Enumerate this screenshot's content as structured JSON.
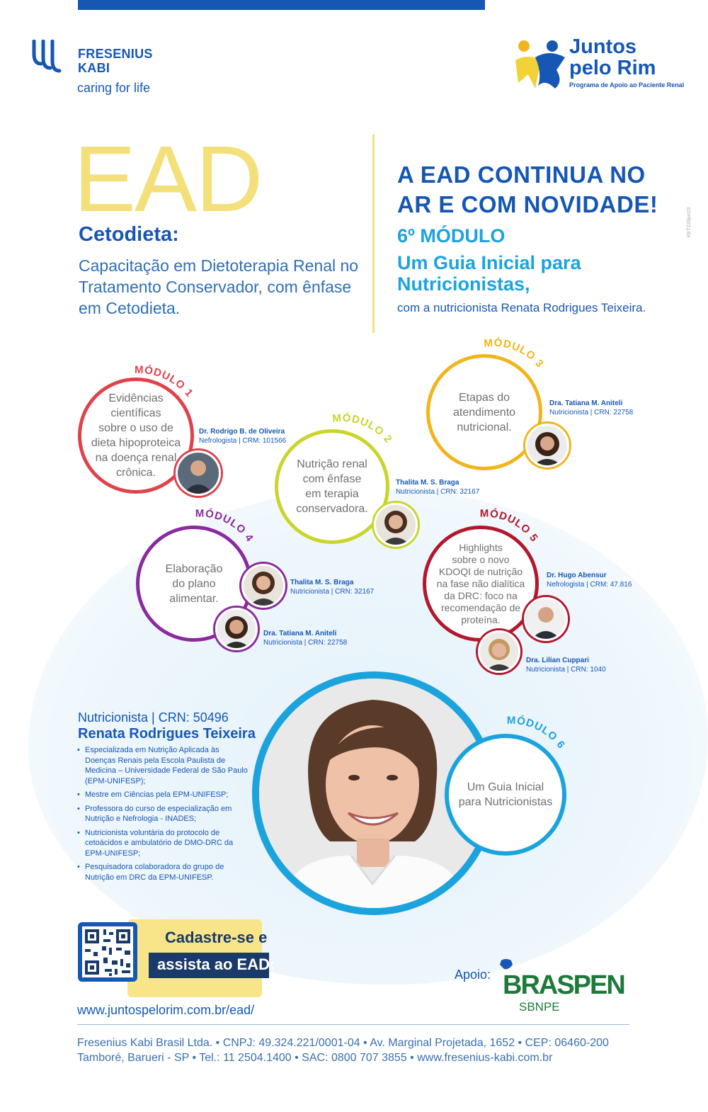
{
  "header": {
    "brand_line1": "FRESENIUS",
    "brand_line2": "KABI",
    "brand_tagline": "caring for life",
    "program_line1": "Juntos",
    "program_line2": "pelo Rim",
    "program_sub": "Programa de Apoio ao Paciente Renal"
  },
  "intro": {
    "ead": "EAD",
    "course_title": "Cetodieta:",
    "course_desc": "Capacitação em Dietoterapia Renal no Tratamento Conservador, com ênfase em Cetodieta.",
    "headline": "A EAD CONTINUA NO AR E COM NOVIDADE!",
    "module_label": "6º MÓDULO",
    "guide_title": "Um Guia Inicial para Nutricionistas,",
    "guide_with": "com a nutricionista Renata Rodrigues Teixeira.",
    "side_code": "KET233jun23"
  },
  "modules": [
    {
      "label": "MÓDULO 1",
      "text": [
        "Evidências",
        "científicas",
        "sobre o uso de",
        "dieta hipoproteica",
        "na doença renal",
        "crônica."
      ],
      "speakers": [
        {
          "name": "Dr. Rodrigo B. de Oliveira",
          "role": "Nefrologista | CRM: 101566"
        }
      ]
    },
    {
      "label": "MÓDULO 2",
      "text": [
        "Nutrição renal",
        "com ênfase",
        "em terapia",
        "conservadora."
      ],
      "speakers": [
        {
          "name": "Thalita M. S. Braga",
          "role": "Nutricionista | CRN: 32167"
        }
      ]
    },
    {
      "label": "MÓDULO 3",
      "text": [
        "Etapas do",
        "atendimento",
        "nutricional."
      ],
      "speakers": [
        {
          "name": "Dra. Tatiana M. Aniteli",
          "role": "Nutricionista | CRN: 22758"
        }
      ]
    },
    {
      "label": "MÓDULO 4",
      "text": [
        "Elaboração",
        "do plano",
        "alimentar."
      ],
      "speakers": [
        {
          "name": "Thalita M. S. Braga",
          "role": "Nutricionista | CRN: 32167"
        },
        {
          "name": "Dra. Tatiana M. Aniteli",
          "role": "Nutricionista | CRN: 22758"
        }
      ]
    },
    {
      "label": "MÓDULO 5",
      "text": [
        "Highlights",
        "sobre o novo",
        "KDOQI de nutrição",
        "na fase não dialítica",
        "da DRC: foco na",
        "recomendação de",
        "proteína."
      ],
      "speakers": [
        {
          "name": "Dr. Hugo Abensur",
          "role": "Nefrologista | CRM: 47.816"
        },
        {
          "name": "Dra. Lilian Cuppari",
          "role": "Nutricionista | CRN: 1040"
        }
      ]
    },
    {
      "label": "MÓDULO 6",
      "text": [
        "Um Guia Inicial",
        "para Nutricionistas"
      ]
    }
  ],
  "presenter": {
    "role": "Nutricionista | CRN: 50496",
    "name": "Renata Rodrigues Teixeira",
    "bullets": [
      "Especializada em Nutrição Aplicada às Doenças Renais pela Escola Paulista de Medicina – Universidade Federal de São Paulo (EPM-UNIFESP);",
      "Mestre em Ciências pela EPM-UNIFESP;",
      "Professora do curso de especialização em Nutrição e Nefrologia - INADES;",
      "Nutricionista voluntária do protocolo de cetoácidos e ambulatório de DMO-DRC da EPM-UNIFESP;",
      "Pesquisadora colaboradora do grupo de Nutrição em DRC da EPM-UNIFESP."
    ]
  },
  "cta": {
    "line1": "Cadastre-se e",
    "line2": "assista ao EAD:",
    "url": "www.juntospelorim.com.br/ead/"
  },
  "support": {
    "label": "Apoio:",
    "org": "BRASPEN",
    "org_sub": "SBNPE"
  },
  "footer": {
    "line1": "Fresenius Kabi Brasil Ltda. • CNPJ: 49.324.221/0001-04 • Av. Marginal Projetada, 1652 • CEP: 06460-200",
    "line2": "Tamboré, Barueri - SP • Tel.: 11 2504.1400 • SAC: 0800 707 3855 • www.fresenius-kabi.com.br"
  },
  "colors": {
    "brand_blue": "#1657b4",
    "cyan": "#1ba3dd",
    "module1": "#e0424b",
    "module2": "#c9d52a",
    "module3": "#f1b51b",
    "module4": "#8a2a9e",
    "module5": "#b3172d",
    "module6": "#1ba3dd"
  }
}
